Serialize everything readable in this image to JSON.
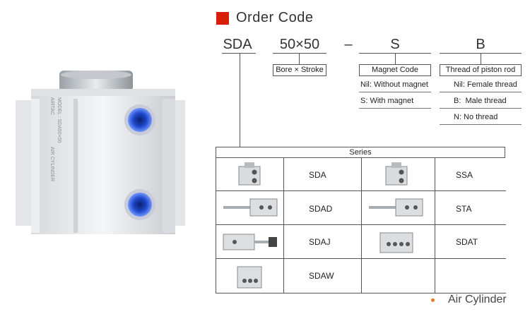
{
  "header": {
    "title": "Order Code"
  },
  "order_code": {
    "series": "SDA",
    "size": "50×50",
    "dash": "–",
    "magnet": "S",
    "thread": "B"
  },
  "labels": {
    "bore_stroke": "Bore × Stroke",
    "magnet_code": "Magnet Code",
    "thread_rod": "Thread of piston rod"
  },
  "magnet_options": [
    "Nil: Without magnet",
    "S: With magnet"
  ],
  "thread_options": [
    "Nil: Female thread",
    "B:  Male thread",
    "N: No thread"
  ],
  "series_table": {
    "header": "Series",
    "rows": [
      [
        "SDA",
        "SSA"
      ],
      [
        "SDAD",
        "STA"
      ],
      [
        "SDAJ",
        "SDAT"
      ],
      [
        "SDAW",
        ""
      ]
    ]
  },
  "photo_text": {
    "brand": "AIRTAC",
    "model": "MODEL : SDA50×50",
    "sub": "AIR CYLINDER"
  },
  "footer": {
    "label": "Air Cylinder"
  },
  "colors": {
    "accent": "#d81e06",
    "bullet": "#e87722",
    "port": "#2a5ce0"
  }
}
